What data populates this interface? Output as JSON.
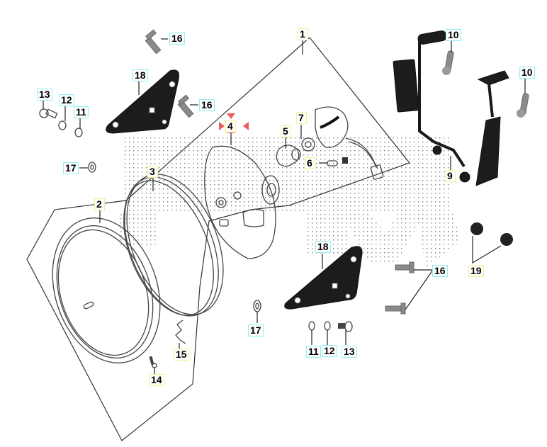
{
  "diagram": {
    "title": "Headlight assembly exploded view",
    "callouts": [
      {
        "id": "1",
        "label": "1",
        "style": "yellow",
        "part": "headlight assembly"
      },
      {
        "id": "2",
        "label": "2",
        "style": "yellow",
        "part": "headlight rim"
      },
      {
        "id": "3",
        "label": "3",
        "style": "yellow",
        "part": "headlight lens unit"
      },
      {
        "id": "4",
        "label": "4",
        "style": "yellow",
        "part": "headlight housing",
        "highlighted": true
      },
      {
        "id": "5",
        "label": "5",
        "style": "yellow",
        "part": "bulb"
      },
      {
        "id": "6",
        "label": "6",
        "style": "yellow",
        "part": "position bulb"
      },
      {
        "id": "7",
        "label": "7",
        "style": "yellow",
        "part": "bulb socket / harness"
      },
      {
        "id": "9",
        "label": "9",
        "style": "yellow",
        "part": "headlight bracket"
      },
      {
        "id": "10a",
        "label": "10",
        "style": "cyan",
        "part": "bolt"
      },
      {
        "id": "10b",
        "label": "10",
        "style": "cyan",
        "part": "bolt"
      },
      {
        "id": "11a",
        "label": "11",
        "style": "cyan",
        "part": "washer"
      },
      {
        "id": "11b",
        "label": "11",
        "style": "cyan",
        "part": "washer"
      },
      {
        "id": "12a",
        "label": "12",
        "style": "cyan",
        "part": "nut"
      },
      {
        "id": "12b",
        "label": "12",
        "style": "cyan",
        "part": "nut"
      },
      {
        "id": "13a",
        "label": "13",
        "style": "cyan",
        "part": "bolt"
      },
      {
        "id": "13b",
        "label": "13",
        "style": "cyan",
        "part": "bolt"
      },
      {
        "id": "14",
        "label": "14",
        "style": "yellow",
        "part": "screw"
      },
      {
        "id": "15",
        "label": "15",
        "style": "yellow",
        "part": "spring"
      },
      {
        "id": "16a",
        "label": "16",
        "style": "cyan",
        "part": "bolt"
      },
      {
        "id": "16b",
        "label": "16",
        "style": "cyan",
        "part": "bolt"
      },
      {
        "id": "16c",
        "label": "16",
        "style": "cyan",
        "part": "bolt"
      },
      {
        "id": "17a",
        "label": "17",
        "style": "cyan",
        "part": "washer"
      },
      {
        "id": "17b",
        "label": "17",
        "style": "cyan",
        "part": "washer"
      },
      {
        "id": "18a",
        "label": "18",
        "style": "cyan",
        "part": "mounting plate"
      },
      {
        "id": "18b",
        "label": "18",
        "style": "cyan",
        "part": "mounting plate"
      },
      {
        "id": "19",
        "label": "19",
        "style": "yellow",
        "part": "rubber grommet"
      }
    ],
    "colors": {
      "yellow_box": "#f6f08a",
      "cyan_box": "#8ef0f2",
      "highlight_marker": "#f05a5a",
      "line": "#333333",
      "dark_part": "#1c1c1c"
    }
  }
}
